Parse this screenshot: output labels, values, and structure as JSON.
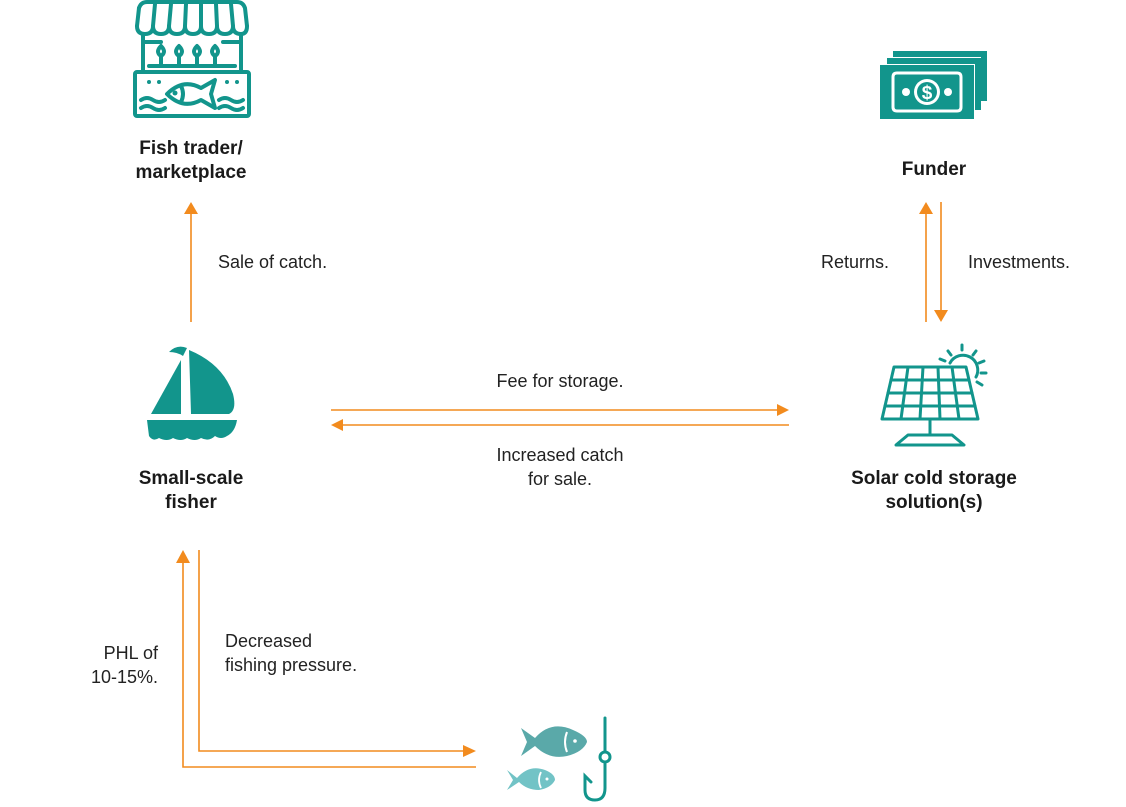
{
  "colors": {
    "icon_teal": "#12958c",
    "fish_dark": "#5aa9a9",
    "fish_light": "#72c3c6",
    "arrow_orange": "#f28b1e"
  },
  "nodes": {
    "trader": {
      "label_line1": "Fish trader/",
      "label_line2": "marketplace",
      "icon": "market-stall-icon"
    },
    "funder": {
      "label": "Funder",
      "icon": "money-bills-icon"
    },
    "fisher": {
      "label_line1": "Small-scale",
      "label_line2": "fisher",
      "icon": "sailboat-icon"
    },
    "storage": {
      "label_line1": "Solar cold storage",
      "label_line2": "solution(s)",
      "icon": "solar-panel-icon"
    },
    "fish_stock": {
      "icon": "fish-and-hook-icon"
    }
  },
  "flows": {
    "sale_of_catch": "Sale of catch.",
    "returns": "Returns.",
    "investments": "Investments.",
    "fee_for_storage": "Fee for storage.",
    "increased_catch_line1": "Increased catch",
    "increased_catch_line2": "for sale.",
    "phl_line1": "PHL of",
    "phl_line2": "10-15%.",
    "decreased_line1": "Decreased",
    "decreased_line2": "fishing pressure."
  }
}
